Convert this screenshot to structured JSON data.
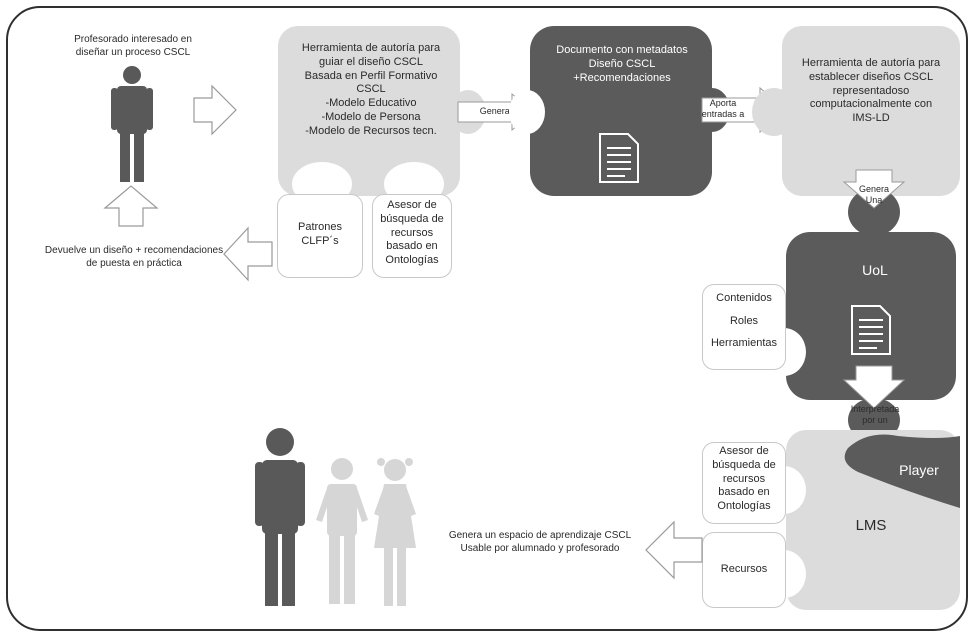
{
  "diagram": {
    "teacher_label": "Profesorado interesado en\ndiseñar un proceso CSCL",
    "authoring_tool_1": "Herramienta de autoría para\nguiar el diseño CSCL\nBasada en Perfil  Formativo\nCSCL\n-Modelo Educativo\n-Modelo de Persona\n-Modelo de Recursos tecn.",
    "patterns_label": "Patrones\nCLFP´s",
    "advisor_label_1": "Asesor de\nbúsqueda de\nrecursos\nbasado en\nOntologías",
    "genera_un": "Genera un",
    "document_label": "Documento con metadatos\nDiseño CSCL\n+Recomendaciones",
    "aporta_label": "Aporta\nentradas a",
    "authoring_tool_2": "Herramienta de autoría para\nestablecer diseños CSCL\nrepresentadoso\ncomputacionalmente con\nIMS-LD",
    "genera_una": "Genera\nUna",
    "uol_label": "UoL",
    "contenidos_label": "Contenidos",
    "roles_label": "Roles",
    "herramientas_label": "Herramientas",
    "interpretada_label": "Interpretada\npor un",
    "player_label": "Player",
    "lms_label": "LMS",
    "advisor_label_2": "Asesor de\nbúsqueda de\nrecursos\nbasado en\nOntologías",
    "recursos_label": "Recursos",
    "returns_label": "Devuelve un diseño + recomendaciones\nde puesta en práctica",
    "space_label": "Genera un espacio de aprendizaje CSCL\nUsable por alumnado y profesorado"
  },
  "colors": {
    "dark_piece": "#5b5b5b",
    "light_piece": "#dcdcdc",
    "person_dark": "#595959",
    "person_light": "#d6d6d6",
    "border": "#2f2f2f"
  }
}
